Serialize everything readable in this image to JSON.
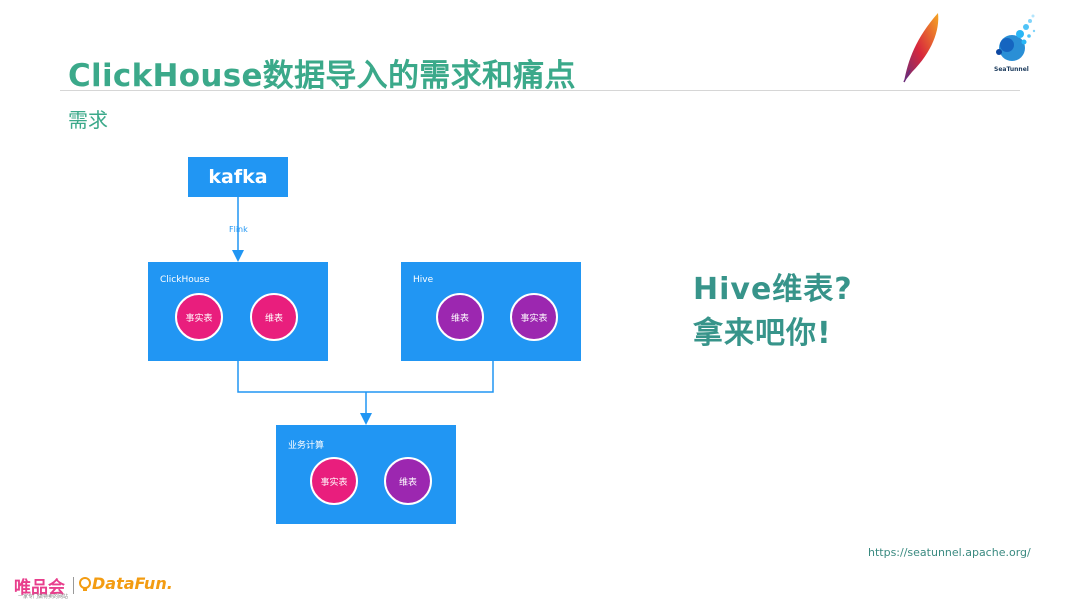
{
  "slide": {
    "title": "ClickHouse数据导入的需求和痛点",
    "subtitle": "需求",
    "url": "https://seatunnel.apache.org/"
  },
  "diagram": {
    "kafka": "kafka",
    "edge_label": "Flink",
    "clickhouse": {
      "label": "ClickHouse",
      "items": [
        "事实表",
        "维表"
      ]
    },
    "hive": {
      "label": "Hive",
      "items": [
        "维表",
        "事实表"
      ]
    },
    "compute": {
      "label": "业务计算",
      "items": [
        "事实表",
        "维表"
      ]
    }
  },
  "slogan": {
    "line1": "Hive维表?",
    "line2": "拿来吧你!"
  },
  "logos": {
    "vip": "唯品会",
    "vip_tagline": "一家专门做特卖的网站",
    "datafun": "DataFun.",
    "seatunnel": "SeaTunnel"
  },
  "colors": {
    "accent": "#3ba98a",
    "box": "#2196f3",
    "fact": "#e91e7d",
    "dim": "#9c27b0"
  }
}
